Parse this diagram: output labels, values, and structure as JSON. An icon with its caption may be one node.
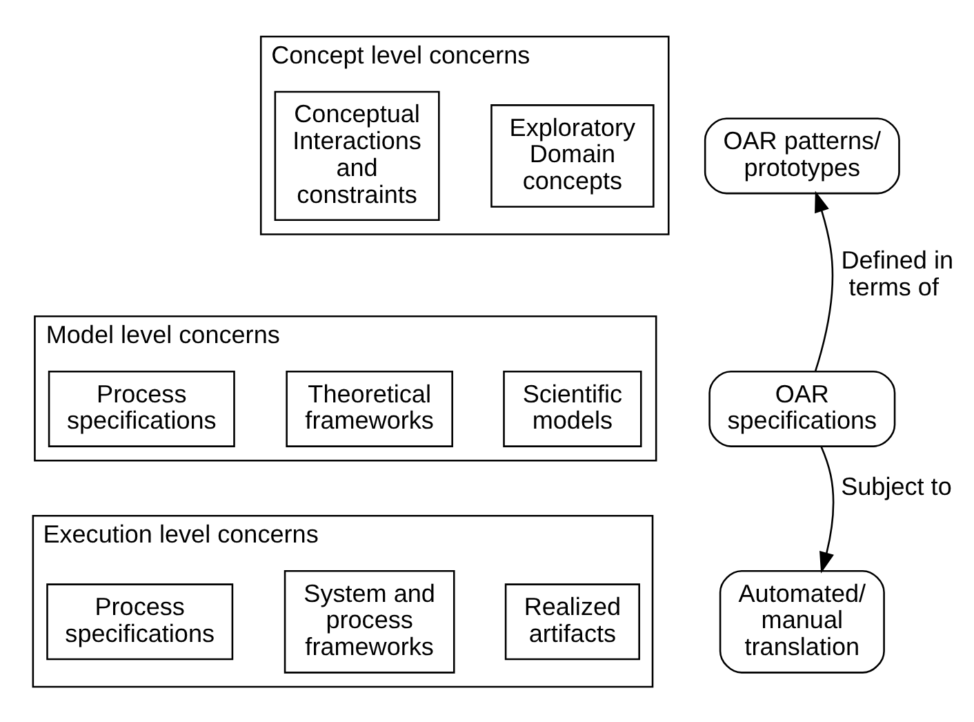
{
  "diagram": {
    "nodes": [
      {
        "text": [
          "Concept level concerns"
        ]
      },
      {
        "text": [
          "Exploratory Domain concepts"
        ],
        "in": 0
      },
      {
        "text": [
          "Conceptual Interactions and constraints"
        ],
        "in": 0
      },
      {
        "text": [
          "Model level concerns"
        ]
      },
      {
        "text": [
          "Scientific models"
        ],
        "in": 3
      },
      {
        "text": [
          "Theoretical frameworks"
        ],
        "in": 3
      },
      {
        "text": [
          "Process specifications"
        ],
        "in": 3
      },
      {
        "text": [
          "Execution level concerns"
        ]
      },
      {
        "text": [
          "Realized artifacts"
        ],
        "in": 7
      },
      {
        "text": [
          "System and process frameworks"
        ],
        "in": 7
      },
      {
        "text": [
          "Process specifications"
        ],
        "in": 7
      },
      {
        "text": [
          "OAR patterns/ prototypes"
        ]
      },
      {
        "text": [
          "OAR specifications"
        ]
      },
      {
        "text": [
          "Automated/ manual translation"
        ]
      }
    ],
    "edges": [
      {
        "from": 12,
        "to": 11,
        "arrow": "to",
        "label": "Defined in terms of"
      },
      {
        "from": 12,
        "to": 13,
        "arrow": "to",
        "label": "Subject to"
      }
    ]
  }
}
